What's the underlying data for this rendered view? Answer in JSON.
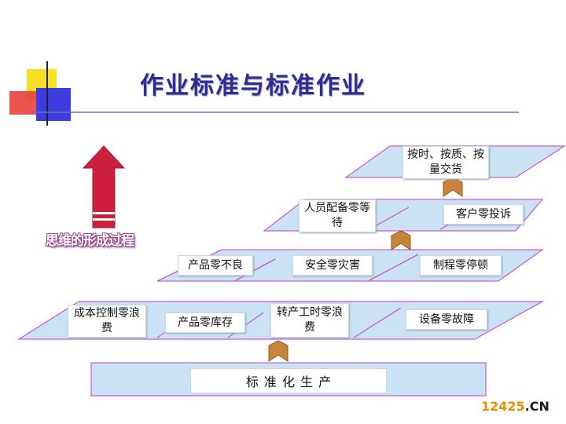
{
  "title": "作业标准与标准作业",
  "vertical_label": "思维的形成过程",
  "base": "标    准    化    生    产",
  "level1": [
    "成本控制零浪费",
    "产品零库存",
    "转产工时零浪费",
    "设备零故障"
  ],
  "level2": [
    "产品零不良",
    "安全零灾害",
    "制程零停顿"
  ],
  "level3": [
    "人员配备零等待",
    "客户零投诉"
  ],
  "level4": [
    "按时、按质、按量交货"
  ],
  "watermark": {
    "number": "12425",
    "domain": ".CN"
  },
  "colors": {
    "plane_fill": "#c9e3f5",
    "plane_border": "#cc33cc",
    "title": "#2d2d8f",
    "arrow_red": "#cc1f3c",
    "chevron": "#c9843a"
  }
}
